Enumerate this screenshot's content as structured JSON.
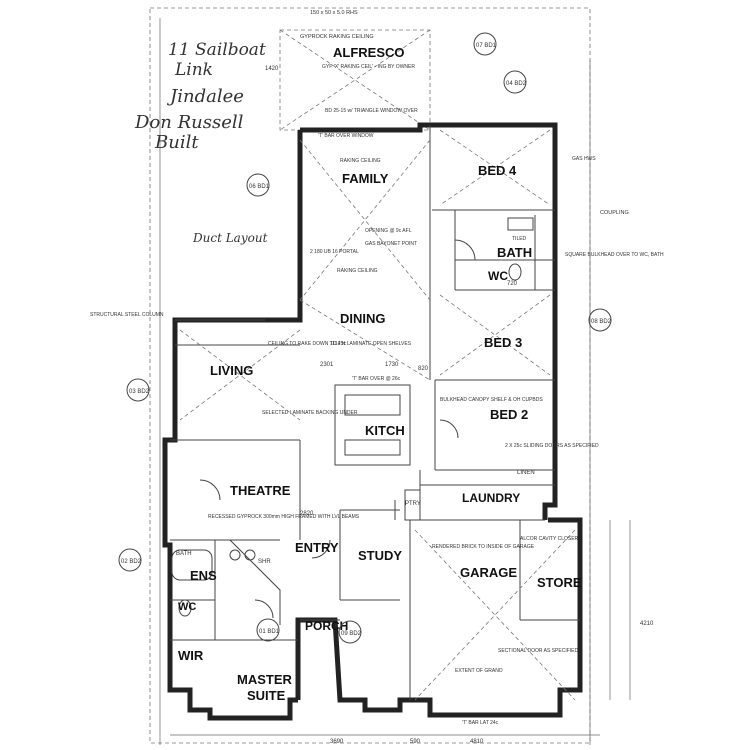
{
  "handwritten": {
    "line1": "11 Sailboat",
    "line2": "Link",
    "line3": "Jindalee",
    "line4": "Don Russell",
    "line5": "Built",
    "duct": "Duct Layout"
  },
  "rooms": {
    "alfresco": "ALFRESCO",
    "family": "FAMILY",
    "dining": "DINING",
    "living": "LIVING",
    "kitchen": "KITCH",
    "theatre": "THEATRE",
    "entry": "ENTRY",
    "study": "STUDY",
    "garage": "GARAGE",
    "store": "STORE",
    "ens": "ENS",
    "wc2": "WC",
    "wir": "WIR",
    "master": "MASTER",
    "suite": "SUITE",
    "porch": "PORCH",
    "bed4": "BED 4",
    "bath": "BATH",
    "wc": "WC",
    "bed3": "BED 3",
    "bed2": "BED 2",
    "laundry": "LAUNDRY",
    "bath_small": "BATH",
    "shr": "SHR",
    "linen": "LINEN",
    "ptry": "PTRY"
  },
  "notes": {
    "top_dim": "150 x 50 x 5.0 RHS",
    "gyprock": "GYPROCK RAKING CEILING",
    "alfresco_raking": "GYP 'X' RAKING CEIL' - ING BY OWNER",
    "window": "BD 25-15 w/ TRIANGLE WINDOW OVER",
    "t_bar": "'T' BAR OVER WINDOW",
    "raking": "RAKING CEILING",
    "opening": "OPENING @ 9c AFL",
    "gas_bayonet": "GAS BAYONET POINT",
    "portal": "2 180 UB 16 PORTAL",
    "raking2": "RAKING CEILING",
    "laminate": "1114 H LAMINATE OPEN SHELVES",
    "ceiling_rake": "CEILING TO RAKE DOWN TO 25c",
    "selected": "SELECTED LAMINATE BACKING UNDER",
    "recessed": "RECESSED GYPROCK 300mm HIGH FRAMED WITH LVL BEAMS",
    "tbar_bd2": "'T' BAR OVER @ 26c",
    "bulkhead": "BULKHEAD CANOPY SHELF & OH CUPBDS",
    "sliding": "2 X 25c SLIDING DOORS AS SPECIFIED",
    "garage_note": "RENDERED BRICK TO INSIDE OF GARAGE",
    "sectional": "SECTIONAL DOOR AS SPECIFIED",
    "extent": "EXTENT OF GRANO",
    "alcor": "ALCOR CAVITY CLOSER",
    "coupling": "COUPLING",
    "square": "SQUARE BULKHEAD OVER TO WC, BATH",
    "gas_hws": "GAS HWS",
    "t_bar_24c": "'T' BAR LAT 24c",
    "structural": "STRUCTURAL STEEL COLUMN",
    "tile": "TILED"
  },
  "markers": {
    "bd1_top": "07 BD1",
    "bd2_top": "04 BD2",
    "bd1_left": "06 BD1",
    "bd2_right": "08 BD2",
    "bd2_left": "03 BD2",
    "bd2_lower": "02 BD2",
    "bd1_bottom": "01 BD1",
    "bd2_bottom": "09 BD2"
  },
  "dimensions": {
    "d1": "2301",
    "d2": "1730",
    "d3": "820",
    "d4": "720",
    "d5": "2820",
    "d6": "4810",
    "d7": "3690",
    "d8": "590",
    "d9": "4210",
    "d10": "1420"
  }
}
